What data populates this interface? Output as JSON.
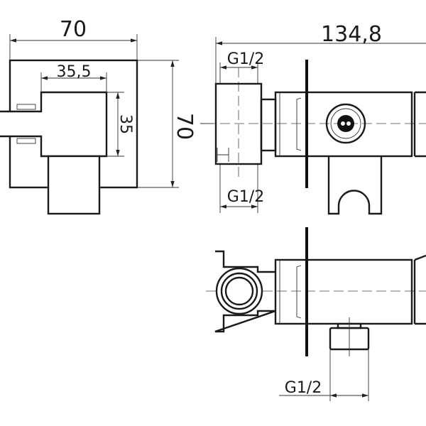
{
  "drawing": {
    "front_view": {
      "width_label": "70",
      "height_label": "70",
      "inner_width_label": "35,5",
      "inner_height_label": "35"
    },
    "side_view": {
      "length_label": "134,8",
      "thread_top_label": "G1/2",
      "thread_bottom_label": "G1/2"
    },
    "top_view": {
      "outlet_thread_label": "G1/2"
    },
    "colors": {
      "line": "#1a1a1a",
      "background": "#ffffff"
    }
  }
}
